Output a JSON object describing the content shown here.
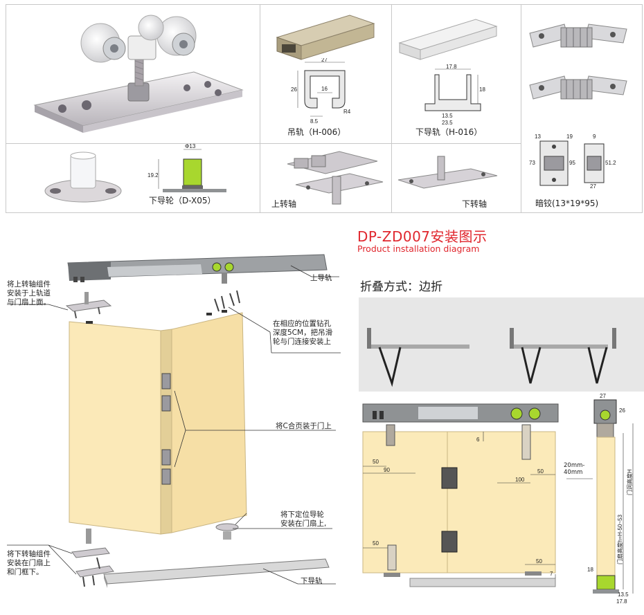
{
  "colors": {
    "accent_red": "#e0262d",
    "door_panel": "#fbeab9",
    "green_roller": "#a8d72e",
    "rail_grey": "#8f9294",
    "grid_border": "#c8c8c8"
  },
  "catalog": {
    "cells": [
      {
        "id": "wheel-assembly",
        "caption": ""
      },
      {
        "id": "hanging-rail",
        "caption": "吊轨（H-006）",
        "dims": [
          "27",
          "26",
          "16",
          "8.5",
          "R4"
        ]
      },
      {
        "id": "lower-rail",
        "caption": "下导轨（H-016）",
        "dims": [
          "17.8",
          "18",
          "13.5",
          "23.5"
        ]
      },
      {
        "id": "concealed-hinge-photo",
        "caption": ""
      },
      {
        "id": "lower-guide-wheel",
        "caption": "下导轮（D-X05）",
        "dims": [
          "Φ13",
          "19.2"
        ]
      },
      {
        "id": "upper-pivot",
        "caption": "上转轴"
      },
      {
        "id": "lower-pivot",
        "caption": "下转轴"
      },
      {
        "id": "concealed-hinge",
        "caption": "暗铰(13*19*95)",
        "dims": [
          "13",
          "19",
          "9",
          "73",
          "95",
          "51.2",
          "27"
        ]
      }
    ]
  },
  "installation": {
    "title": "DP-ZD007安装图示",
    "subtitle": "Product installation diagram",
    "fold_mode": "折叠方式：边折",
    "callouts": {
      "upper_rail": "上导轨",
      "lower_rail": "下导轨",
      "upper_pivot_note": "将上转轴组件\n安装于上轨道\n与门扇上面。",
      "drill_note": "在相应的位置钻孔\n深度5CM，把吊滑\n轮与门连接安装上",
      "hinge_note": "将C合页装于门上",
      "lower_guide_note": "将下定位导轮\n安装在门扇上,",
      "lower_pivot_note": "将下转轴组件\n安装在门扇上\n和门框下。"
    },
    "dims": {
      "d50a": "50",
      "d90": "90",
      "d6": "6",
      "d100": "100",
      "d50b": "50",
      "d50c": "50",
      "d50d": "50",
      "d7": "7",
      "gap": "20mm-\n40mm",
      "s27": "27",
      "s26": "26",
      "s18": "18",
      "s13_5": "13.5",
      "s17_8": "17.8",
      "door_height": "门扇高度h=H-50~53",
      "opening_height": "门洞高度H"
    }
  }
}
